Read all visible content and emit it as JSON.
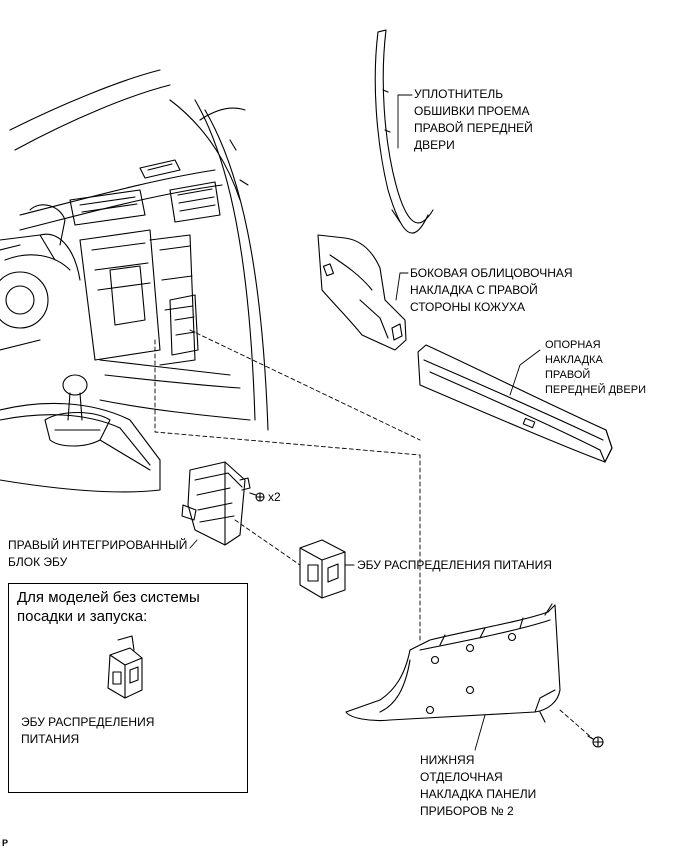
{
  "labels": {
    "door_seal": [
      "УПЛОТНИТЕЛЬ",
      "ОБШИВКИ ПРОЕМА",
      "ПРАВОЙ ПЕРЕДНЕЙ",
      "ДВЕРИ"
    ],
    "cowl_side_trim": [
      "БОКОВАЯ ОБЛИЦОВОЧНАЯ",
      "НАКЛАДКА С ПРАВОЙ",
      "СТОРОНЫ КОЖУХА"
    ],
    "scuff_plate": [
      "ОПОРНАЯ",
      "НАКЛАДКА",
      "ПРАВОЙ",
      "ПЕРЕДНЕЙ ДВЕРИ"
    ],
    "junction_block": [
      "ПРАВЫЙ ИНТЕГРИРОВАННЫЙ",
      "БЛОК ЭБУ"
    ],
    "power_ecu": "ЭБУ РАСПРЕДЕЛЕНИЯ ПИТАНИЯ",
    "lower_panel": [
      "НИЖНЯЯ",
      "ОТДЕЛОЧНАЯ",
      "НАКЛАДКА ПАНЕЛИ",
      "ПРИБОРОВ № 2"
    ],
    "bolt_qty": "x2"
  },
  "inset": {
    "title": [
      "Для моделей без системы",
      "посадки и запуска:"
    ],
    "label": [
      "ЭБУ РАСПРЕДЕЛЕНИЯ",
      "ПИТАНИЯ"
    ]
  },
  "footer_code": "P"
}
